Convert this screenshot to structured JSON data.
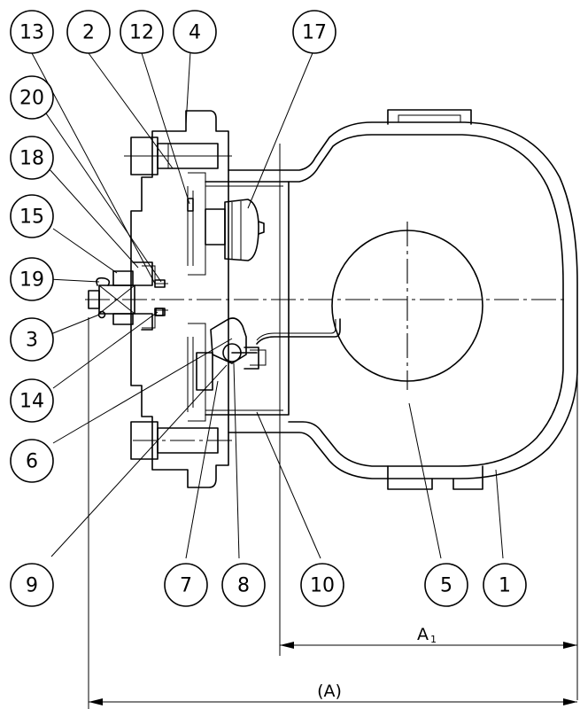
{
  "callouts": [
    {
      "id": "c13",
      "label": "13"
    },
    {
      "id": "c2",
      "label": "2"
    },
    {
      "id": "c12",
      "label": "12"
    },
    {
      "id": "c4",
      "label": "4"
    },
    {
      "id": "c17",
      "label": "17"
    },
    {
      "id": "c20",
      "label": "20"
    },
    {
      "id": "c18",
      "label": "18"
    },
    {
      "id": "c15",
      "label": "15"
    },
    {
      "id": "c19",
      "label": "19"
    },
    {
      "id": "c3",
      "label": "3"
    },
    {
      "id": "c14",
      "label": "14"
    },
    {
      "id": "c6",
      "label": "6"
    },
    {
      "id": "c9",
      "label": "9"
    },
    {
      "id": "c7",
      "label": "7"
    },
    {
      "id": "c8",
      "label": "8"
    },
    {
      "id": "c10",
      "label": "10"
    },
    {
      "id": "c5",
      "label": "5"
    },
    {
      "id": "c1",
      "label": "1"
    }
  ],
  "dimensions": {
    "a1_main": "A",
    "a1_sub": "1",
    "overall": "(A)"
  }
}
